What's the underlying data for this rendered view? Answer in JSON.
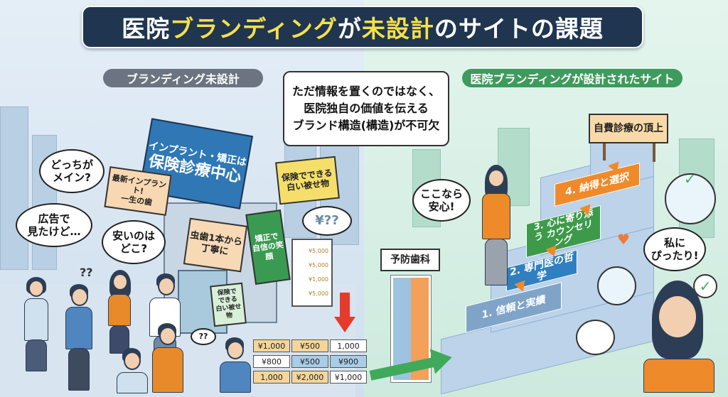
{
  "title": {
    "parts": [
      "医院",
      "ブランディング",
      "が",
      "未設計",
      "のサイトの課題"
    ],
    "colors": {
      "white": "#ffffff",
      "accent": "#f5e04a",
      "background": "#1f3550"
    }
  },
  "center_callout": {
    "lines": [
      "ただ情報を置くのではなく、",
      "医院独自の価値を伝える",
      "ブランド構造(構造)が不可欠"
    ]
  },
  "left": {
    "label": "ブランディング未設計",
    "label_color": "#6b7480",
    "main_sign": [
      "インプラント・矯正は",
      "保険診療中心"
    ],
    "signs": {
      "implant": [
        "最新インプラント!",
        "一生の歯"
      ],
      "cavity": [
        "虫歯1本から",
        "丁寧に"
      ],
      "ortho": [
        "矯正で",
        "自信の笑顔"
      ],
      "insurance_top": [
        "保険でできる",
        "白い被せ物"
      ],
      "insurance_small": [
        "保険で",
        "できる",
        "白い被せ物"
      ]
    },
    "bubbles": {
      "which": [
        "どっちが",
        "メイン?"
      ],
      "ad": [
        "広告で",
        "見たけど…"
      ],
      "cheap": [
        "安いのは",
        "どこ?"
      ],
      "price_question": "¥??",
      "confused": "??",
      "question_marks": "??"
    },
    "price_list": [
      "¥5,000",
      "¥5,000",
      "¥1,000",
      "¥5,000"
    ],
    "price_tags": [
      "¥1,000",
      "¥500",
      "1,000",
      "¥800",
      "¥500",
      "¥900",
      "1,000",
      "¥2,000",
      "¥1,000"
    ],
    "arrow_color": "#e53a2c"
  },
  "right": {
    "label": "医院ブランディングが設計されたサイト",
    "label_color": "#3f9a5e",
    "summit_sign": "自費診療の頂上",
    "entrance_sign": "予防歯科",
    "steps": [
      {
        "label": "1. 信頼と実績",
        "color": "#7fa4c8"
      },
      {
        "label": "2. 専門医の哲学",
        "color": "#2f7fc1"
      },
      {
        "label": "3. 心に寄り添う カウンセリング",
        "color": "#3d9a4a"
      },
      {
        "label": "4. 納得と選択",
        "color": "#ef8a2a"
      }
    ],
    "bubbles": {
      "relief": [
        "ここなら",
        "安心!"
      ],
      "perfect": [
        "私に",
        "ぴったり!"
      ]
    }
  }
}
